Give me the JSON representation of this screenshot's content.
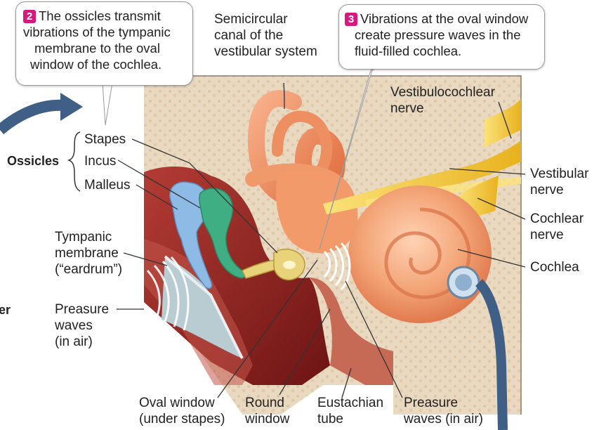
{
  "callouts": {
    "step2": {
      "number": "2",
      "lines": [
        "The ossicles transmit",
        "vibrations of the tympanic",
        "membrane to the oval",
        "window of the cochlea."
      ]
    },
    "step3": {
      "number": "3",
      "lines": [
        "Vibrations at the oval window",
        "create pressure waves in the",
        "fluid-filled cochlea."
      ]
    }
  },
  "labels": {
    "semicircular": [
      "Semicircular",
      "canal of the",
      "vestibular system"
    ],
    "vestibulocochlear": [
      "Vestibulocochlear",
      "nerve"
    ],
    "ossicles_group": "Ossicles",
    "stapes": "Stapes",
    "incus": "Incus",
    "malleus": "Malleus",
    "tympanic": [
      "Tympanic",
      "membrane",
      "(“eardrum”)"
    ],
    "pressure_waves_air_left": [
      "Preasure",
      "waves",
      "(in air)"
    ],
    "vestibular_nerve": [
      "Vestibular",
      "nerve"
    ],
    "cochlear_nerve": [
      "Cochlear",
      "nerve"
    ],
    "cochlea": "Cochlea",
    "oval_window": [
      "Oval window",
      "(under stapes)"
    ],
    "round_window": [
      "Round",
      "window"
    ],
    "eustachian": [
      "Eustachian",
      "tube"
    ],
    "pressure_waves_bottom": [
      "Preasure",
      "waves (in air)"
    ],
    "edge_fragment": "er"
  },
  "colors": {
    "step_badge": "#d6197f",
    "bone_bg": "#eadbc6",
    "canal_red": "#8a1f1f",
    "cochlea_orange": "#f2a074",
    "nerve_yellow": "#f6cf3a",
    "malleus_blue": "#8ebbe6",
    "incus_green": "#3fae82",
    "stapes_yellow": "#e8d27a",
    "arrow_blue": "#3f5f86"
  }
}
